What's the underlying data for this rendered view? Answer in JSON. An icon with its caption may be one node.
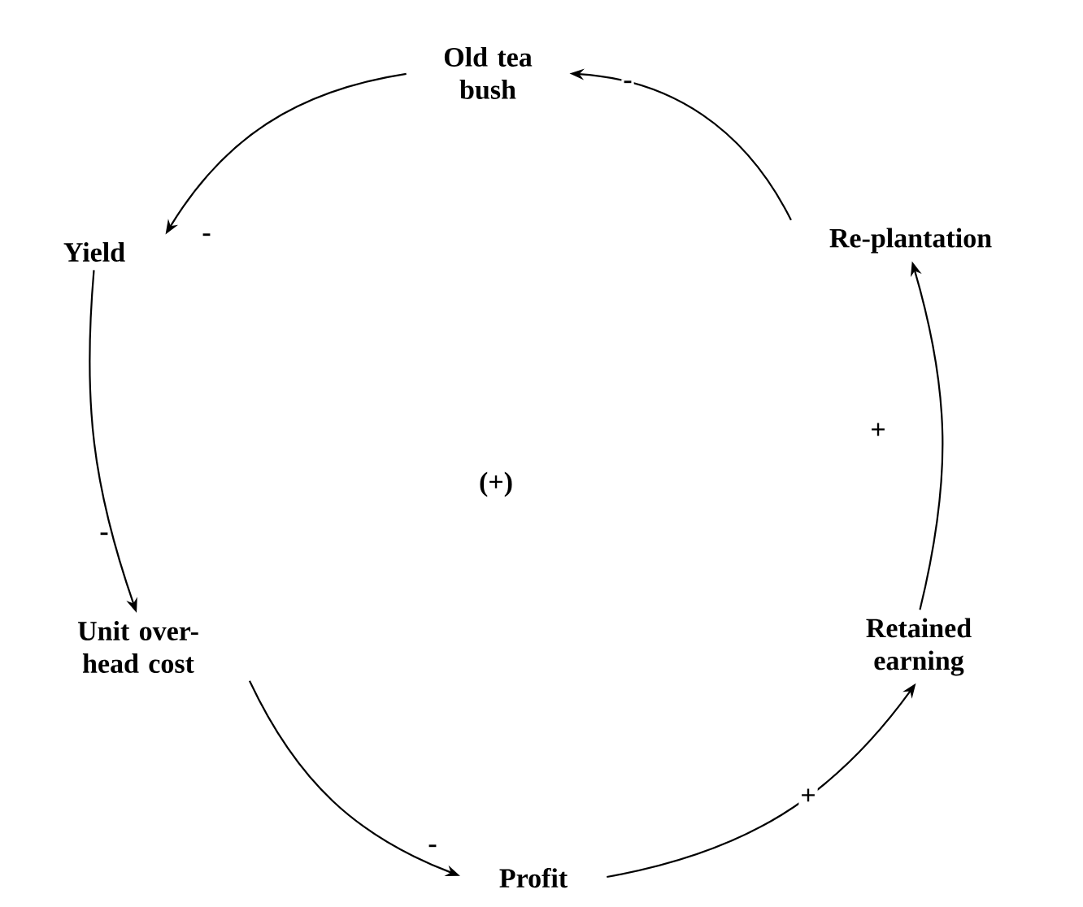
{
  "diagram": {
    "nodes": [
      {
        "text": [
          "Old tea bush"
        ]
      },
      {
        "text": [
          "Yield"
        ]
      },
      {
        "text": [
          "Re-plantation"
        ]
      },
      {
        "text": [
          "Unit over-head cost"
        ]
      },
      {
        "text": [
          "Retained earning"
        ]
      },
      {
        "text": [
          "Profit"
        ]
      }
    ],
    "edges": [
      {
        "from": 2,
        "to": 0,
        "arrow": "to",
        "label": "-"
      },
      {
        "from": 0,
        "to": 1,
        "arrow": "to",
        "label": "-"
      },
      {
        "from": 1,
        "to": 3,
        "arrow": "to",
        "label": "-"
      },
      {
        "from": 3,
        "to": 5,
        "arrow": "to",
        "label": "-"
      },
      {
        "from": 5,
        "to": 4,
        "arrow": "to",
        "label": "+"
      },
      {
        "from": 4,
        "to": 2,
        "arrow": "to",
        "label": "+"
      }
    ],
    "labels": [
      "(+)"
    ]
  }
}
